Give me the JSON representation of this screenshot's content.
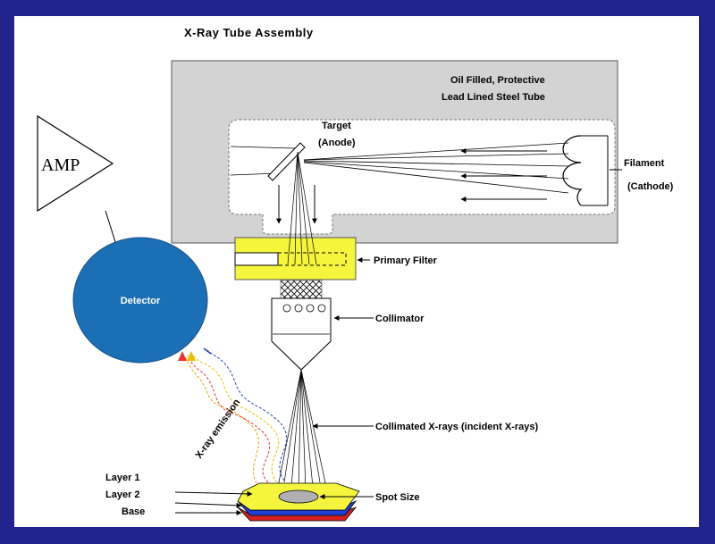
{
  "title": "X-Ray Tube Assembly",
  "tube_label_line1": "Oil Filled, Protective",
  "tube_label_line2": "Lead Lined Steel Tube",
  "target_label_line1": "Target",
  "target_label_line2": "(Anode)",
  "filament_label_line1": "Filament",
  "filament_label_line2": "(Cathode)",
  "amp_label": "AMP",
  "detector_label": "Detector",
  "primary_filter_label": "Primary Filter",
  "collimator_label": "Collimator",
  "collimated_label": "Collimated X-rays (incident X-rays)",
  "emission_label": "X-ray emission",
  "spot_size_label": "Spot Size",
  "layer1_label": "Layer 1",
  "layer2_label": "Layer 2",
  "base_label": "Base",
  "colors": {
    "frame": "#23238e",
    "tube": "#d3d3d3",
    "filter": "#f4f53c",
    "detector": "#1a6fb5",
    "layer1": "#f4f53c",
    "layer2": "#1f3fd6",
    "base": "#d32020"
  }
}
